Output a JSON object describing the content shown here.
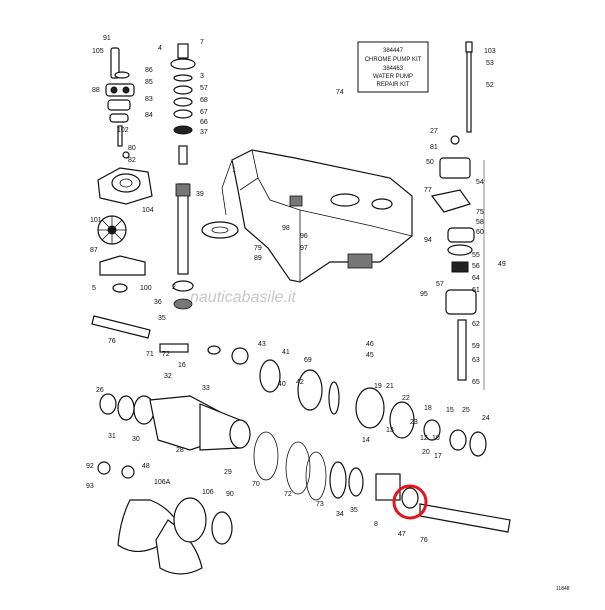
{
  "kit_note": {
    "lines": [
      "384447",
      "CHROME PUMP KIT",
      "384463",
      "WATER PUMP",
      "REPAIR KIT"
    ]
  },
  "watermark": "nauticabasile.it",
  "figure_code": "11848",
  "highlight_color": "#e4141b",
  "callouts": [
    {
      "t": "91"
    },
    {
      "t": "105"
    },
    {
      "t": "86"
    },
    {
      "t": "85"
    },
    {
      "t": "88"
    },
    {
      "t": "83"
    },
    {
      "t": "84"
    },
    {
      "t": "102"
    },
    {
      "t": "80"
    },
    {
      "t": "82"
    },
    {
      "t": "104"
    },
    {
      "t": "101"
    },
    {
      "t": "87"
    },
    {
      "t": "5"
    },
    {
      "t": "100"
    },
    {
      "t": "4"
    },
    {
      "t": "7"
    },
    {
      "t": "3"
    },
    {
      "t": "57"
    },
    {
      "t": "68"
    },
    {
      "t": "67"
    },
    {
      "t": "66"
    },
    {
      "t": "37"
    },
    {
      "t": "39"
    },
    {
      "t": "1"
    },
    {
      "t": "74"
    },
    {
      "t": "103"
    },
    {
      "t": "53"
    },
    {
      "t": "52"
    },
    {
      "t": "27"
    },
    {
      "t": "81"
    },
    {
      "t": "50"
    },
    {
      "t": "54"
    },
    {
      "t": "77"
    },
    {
      "t": "75"
    },
    {
      "t": "58"
    },
    {
      "t": "60"
    },
    {
      "t": "94"
    },
    {
      "t": "98"
    },
    {
      "t": "96"
    },
    {
      "t": "97"
    },
    {
      "t": "79"
    },
    {
      "t": "89"
    },
    {
      "t": "2"
    },
    {
      "t": "36"
    },
    {
      "t": "35"
    },
    {
      "t": "55"
    },
    {
      "t": "56"
    },
    {
      "t": "64"
    },
    {
      "t": "61"
    },
    {
      "t": "57"
    },
    {
      "t": "95"
    },
    {
      "t": "49"
    },
    {
      "t": "62"
    },
    {
      "t": "59"
    },
    {
      "t": "63"
    },
    {
      "t": "65"
    },
    {
      "t": "76"
    },
    {
      "t": "71"
    },
    {
      "t": "72"
    },
    {
      "t": "16"
    },
    {
      "t": "43"
    },
    {
      "t": "41"
    },
    {
      "t": "69"
    },
    {
      "t": "46"
    },
    {
      "t": "45"
    },
    {
      "t": "33"
    },
    {
      "t": "32"
    },
    {
      "t": "26"
    },
    {
      "t": "31"
    },
    {
      "t": "30"
    },
    {
      "t": "28"
    },
    {
      "t": "40"
    },
    {
      "t": "42"
    },
    {
      "t": "19"
    },
    {
      "t": "21"
    },
    {
      "t": "22"
    },
    {
      "t": "18"
    },
    {
      "t": "23"
    },
    {
      "t": "15"
    },
    {
      "t": "25"
    },
    {
      "t": "24"
    },
    {
      "t": "13"
    },
    {
      "t": "14"
    },
    {
      "t": "12"
    },
    {
      "t": "10"
    },
    {
      "t": "20"
    },
    {
      "t": "17"
    },
    {
      "t": "92"
    },
    {
      "t": "48"
    },
    {
      "t": "93"
    },
    {
      "t": "106A"
    },
    {
      "t": "29"
    },
    {
      "t": "70"
    },
    {
      "t": "72"
    },
    {
      "t": "73"
    },
    {
      "t": "35"
    },
    {
      "t": "34"
    },
    {
      "t": "106"
    },
    {
      "t": "90"
    },
    {
      "t": "8"
    },
    {
      "t": "47"
    },
    {
      "t": "76"
    }
  ]
}
